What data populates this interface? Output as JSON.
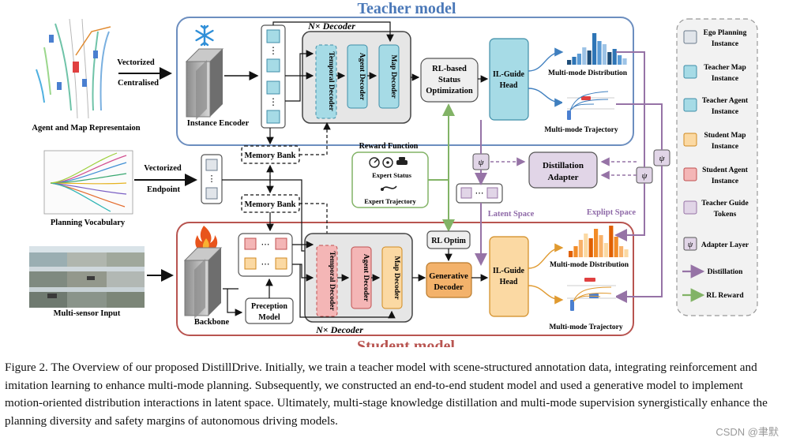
{
  "diagram": {
    "teacher_title": "Teacher model",
    "student_title": "Student model",
    "decoder_repeat_top": "N× Decoder",
    "decoder_repeat_bottom": "N× Decoder",
    "inputs": {
      "agent_map": "Agent and Map Representaion",
      "planning_vocab": "Planning Vocabulary",
      "multi_sensor": "Multi-sensor Input"
    },
    "arrow_labels": {
      "vectorized_1": "Vectorized",
      "centralised": "Centralised",
      "vectorized_2": "Vectorized",
      "endpoint": "Endpoint"
    },
    "blocks": {
      "instance_encoder": "Instance Encoder",
      "backbone": "Backbone",
      "memory_bank_top": "Memory Bank",
      "memory_bank_bottom": "Memory Bank",
      "temporal_decoder": "Temporal Decoder",
      "agent_decoder": "Agent Decoder",
      "map_decoder": "Map Decoder",
      "rl_status": [
        "RL-based",
        "Status",
        "Optimization"
      ],
      "il_guide": [
        "IL-Guide",
        "Head"
      ],
      "reward_function": "Reward  Function",
      "expert_status": "Expert Status",
      "expert_trajectory": "Expert Trajectory",
      "distillation_adapter": [
        "Distillation",
        "Adapter"
      ],
      "rl_optim": "RL Optim",
      "generative_decoder": [
        "Generative",
        "Decoder"
      ],
      "preception_model": [
        "Preception",
        "Model"
      ],
      "multi_mode_distribution_top": "Multi-mode Distribution",
      "multi_mode_trajectory_top": "Multi-mode Trajectory",
      "multi_mode_distribution_bottom": "Multi-mode Distribution",
      "multi_mode_trajectory_bottom": "Multi-mode Trajectory",
      "latent_space": "Latent Space",
      "explicit_space": "Explipt Space",
      "psi": "ψ"
    },
    "legend": [
      {
        "label": [
          "Ego Planning",
          "Instance"
        ],
        "swatch": "ego"
      },
      {
        "label": [
          "Teacher Map",
          "Instance"
        ],
        "swatch": "tmap"
      },
      {
        "label": [
          "Teacher Agent",
          "Instance"
        ],
        "swatch": "tagent"
      },
      {
        "label": [
          "Student Map",
          "Instance"
        ],
        "swatch": "smap"
      },
      {
        "label": [
          "Student Agent",
          "Instance"
        ],
        "swatch": "sagent"
      },
      {
        "label": [
          "Teacher Guide",
          "Tokens"
        ],
        "swatch": "token"
      },
      {
        "label": [
          "Adapter Layer"
        ],
        "swatch": "adapter"
      },
      {
        "label": [
          "Distillation"
        ],
        "swatch": "distill"
      },
      {
        "label": [
          "RL Reward"
        ],
        "swatch": "reward"
      }
    ],
    "colors": {
      "teacher_border": "#6c8ebf",
      "teacher_title": "#4a78b8",
      "student_border": "#b85450",
      "student_title": "#b85450",
      "teacher_cyan": "#a6dbe6",
      "student_pink": "#f4b6b6",
      "student_orange": "#fbd9a3",
      "generative": "#f3b26b",
      "purple": "#9673a6",
      "green": "#82b366",
      "adapter_fill": "#e1d5e7"
    }
  },
  "caption": "Figure 2. The Overview of our proposed DistillDrive. Initially, we train a teacher model with scene-structured annotation data, integrating reinforcement and imitation learning to enhance multi-mode planning. Subsequently, we constructed an end-to-end student model and used a generative model to implement motion-oriented distribution interactions in latent space.  Ultimately, multi-stage knowledge distillation and multi-mode supervision synergistically enhance the planning diversity and safety margins of autonomous driving models.",
  "watermark": "CSDN @聿默"
}
